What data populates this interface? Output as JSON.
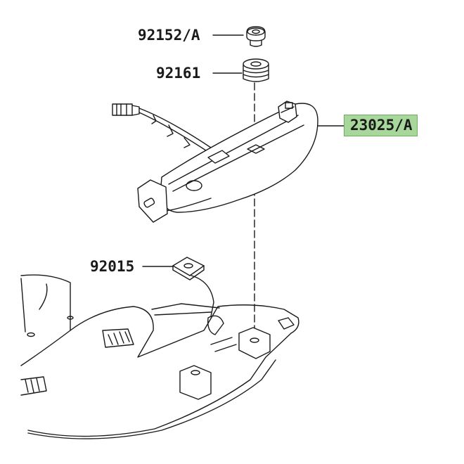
{
  "parts": [
    {
      "id": "cap-nut",
      "number": "92152/A"
    },
    {
      "id": "rubber-grommet",
      "number": "92161"
    },
    {
      "id": "tail-light-assembly",
      "number": "23025/A",
      "highlighted": true
    },
    {
      "id": "square-clip-nut",
      "number": "92015"
    }
  ],
  "colors": {
    "highlight_fill": "#a7d79a",
    "line": "#1a1a1a"
  }
}
